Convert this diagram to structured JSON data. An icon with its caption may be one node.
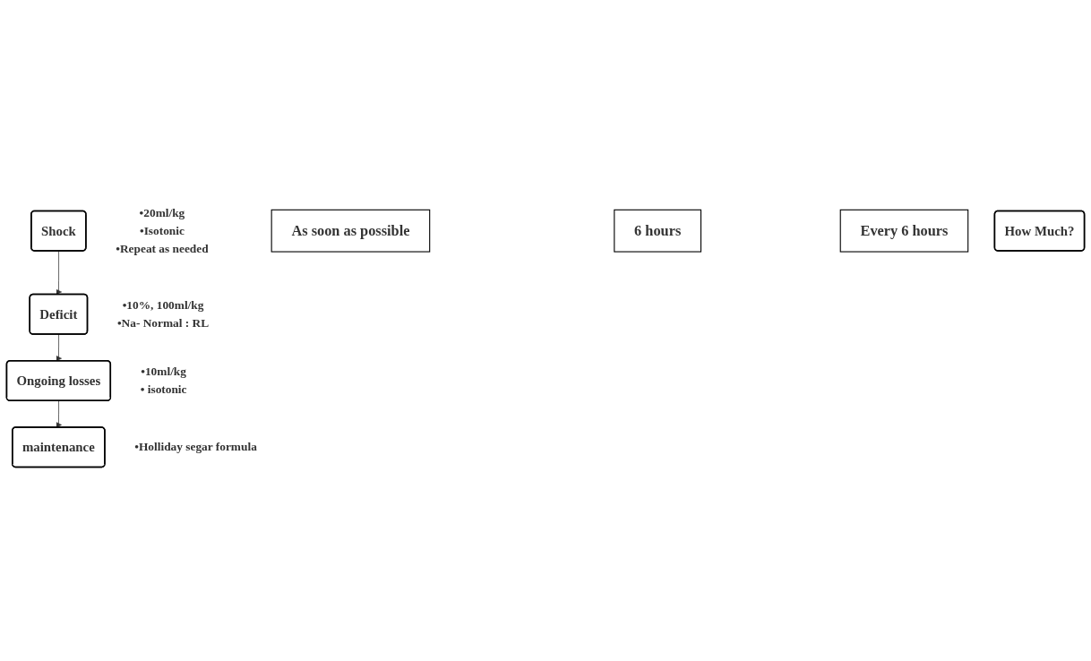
{
  "diagram": {
    "nodes": [
      {
        "text": [
          "Shock"
        ],
        "beside": [
          "•20ml/kg",
          "•Isotonic",
          "•Repeat as needed"
        ]
      },
      {
        "text": [
          "As soon as possible"
        ]
      },
      {
        "text": [
          "Deficit"
        ],
        "beside": [
          "•10%, 100ml/kg",
          "•Na- Normal : RL"
        ]
      },
      {
        "text": [
          "6 hours"
        ]
      },
      {
        "text": [
          "Ongoing losses"
        ],
        "beside": [
          "•10ml/kg",
          "• isotonic"
        ]
      },
      {
        "text": [
          "Every 6 hours"
        ]
      },
      {
        "text": [
          "How Much?"
        ]
      },
      {
        "text": [
          "maintenance"
        ],
        "beside": [
          "•Holliday segar formula"
        ]
      }
    ],
    "edges": [
      {
        "from": 0,
        "to": 2,
        "arrow": "to"
      },
      {
        "from": 2,
        "to": 4,
        "arrow": "to"
      },
      {
        "from": 4,
        "to": 7,
        "arrow": "to"
      }
    ]
  }
}
